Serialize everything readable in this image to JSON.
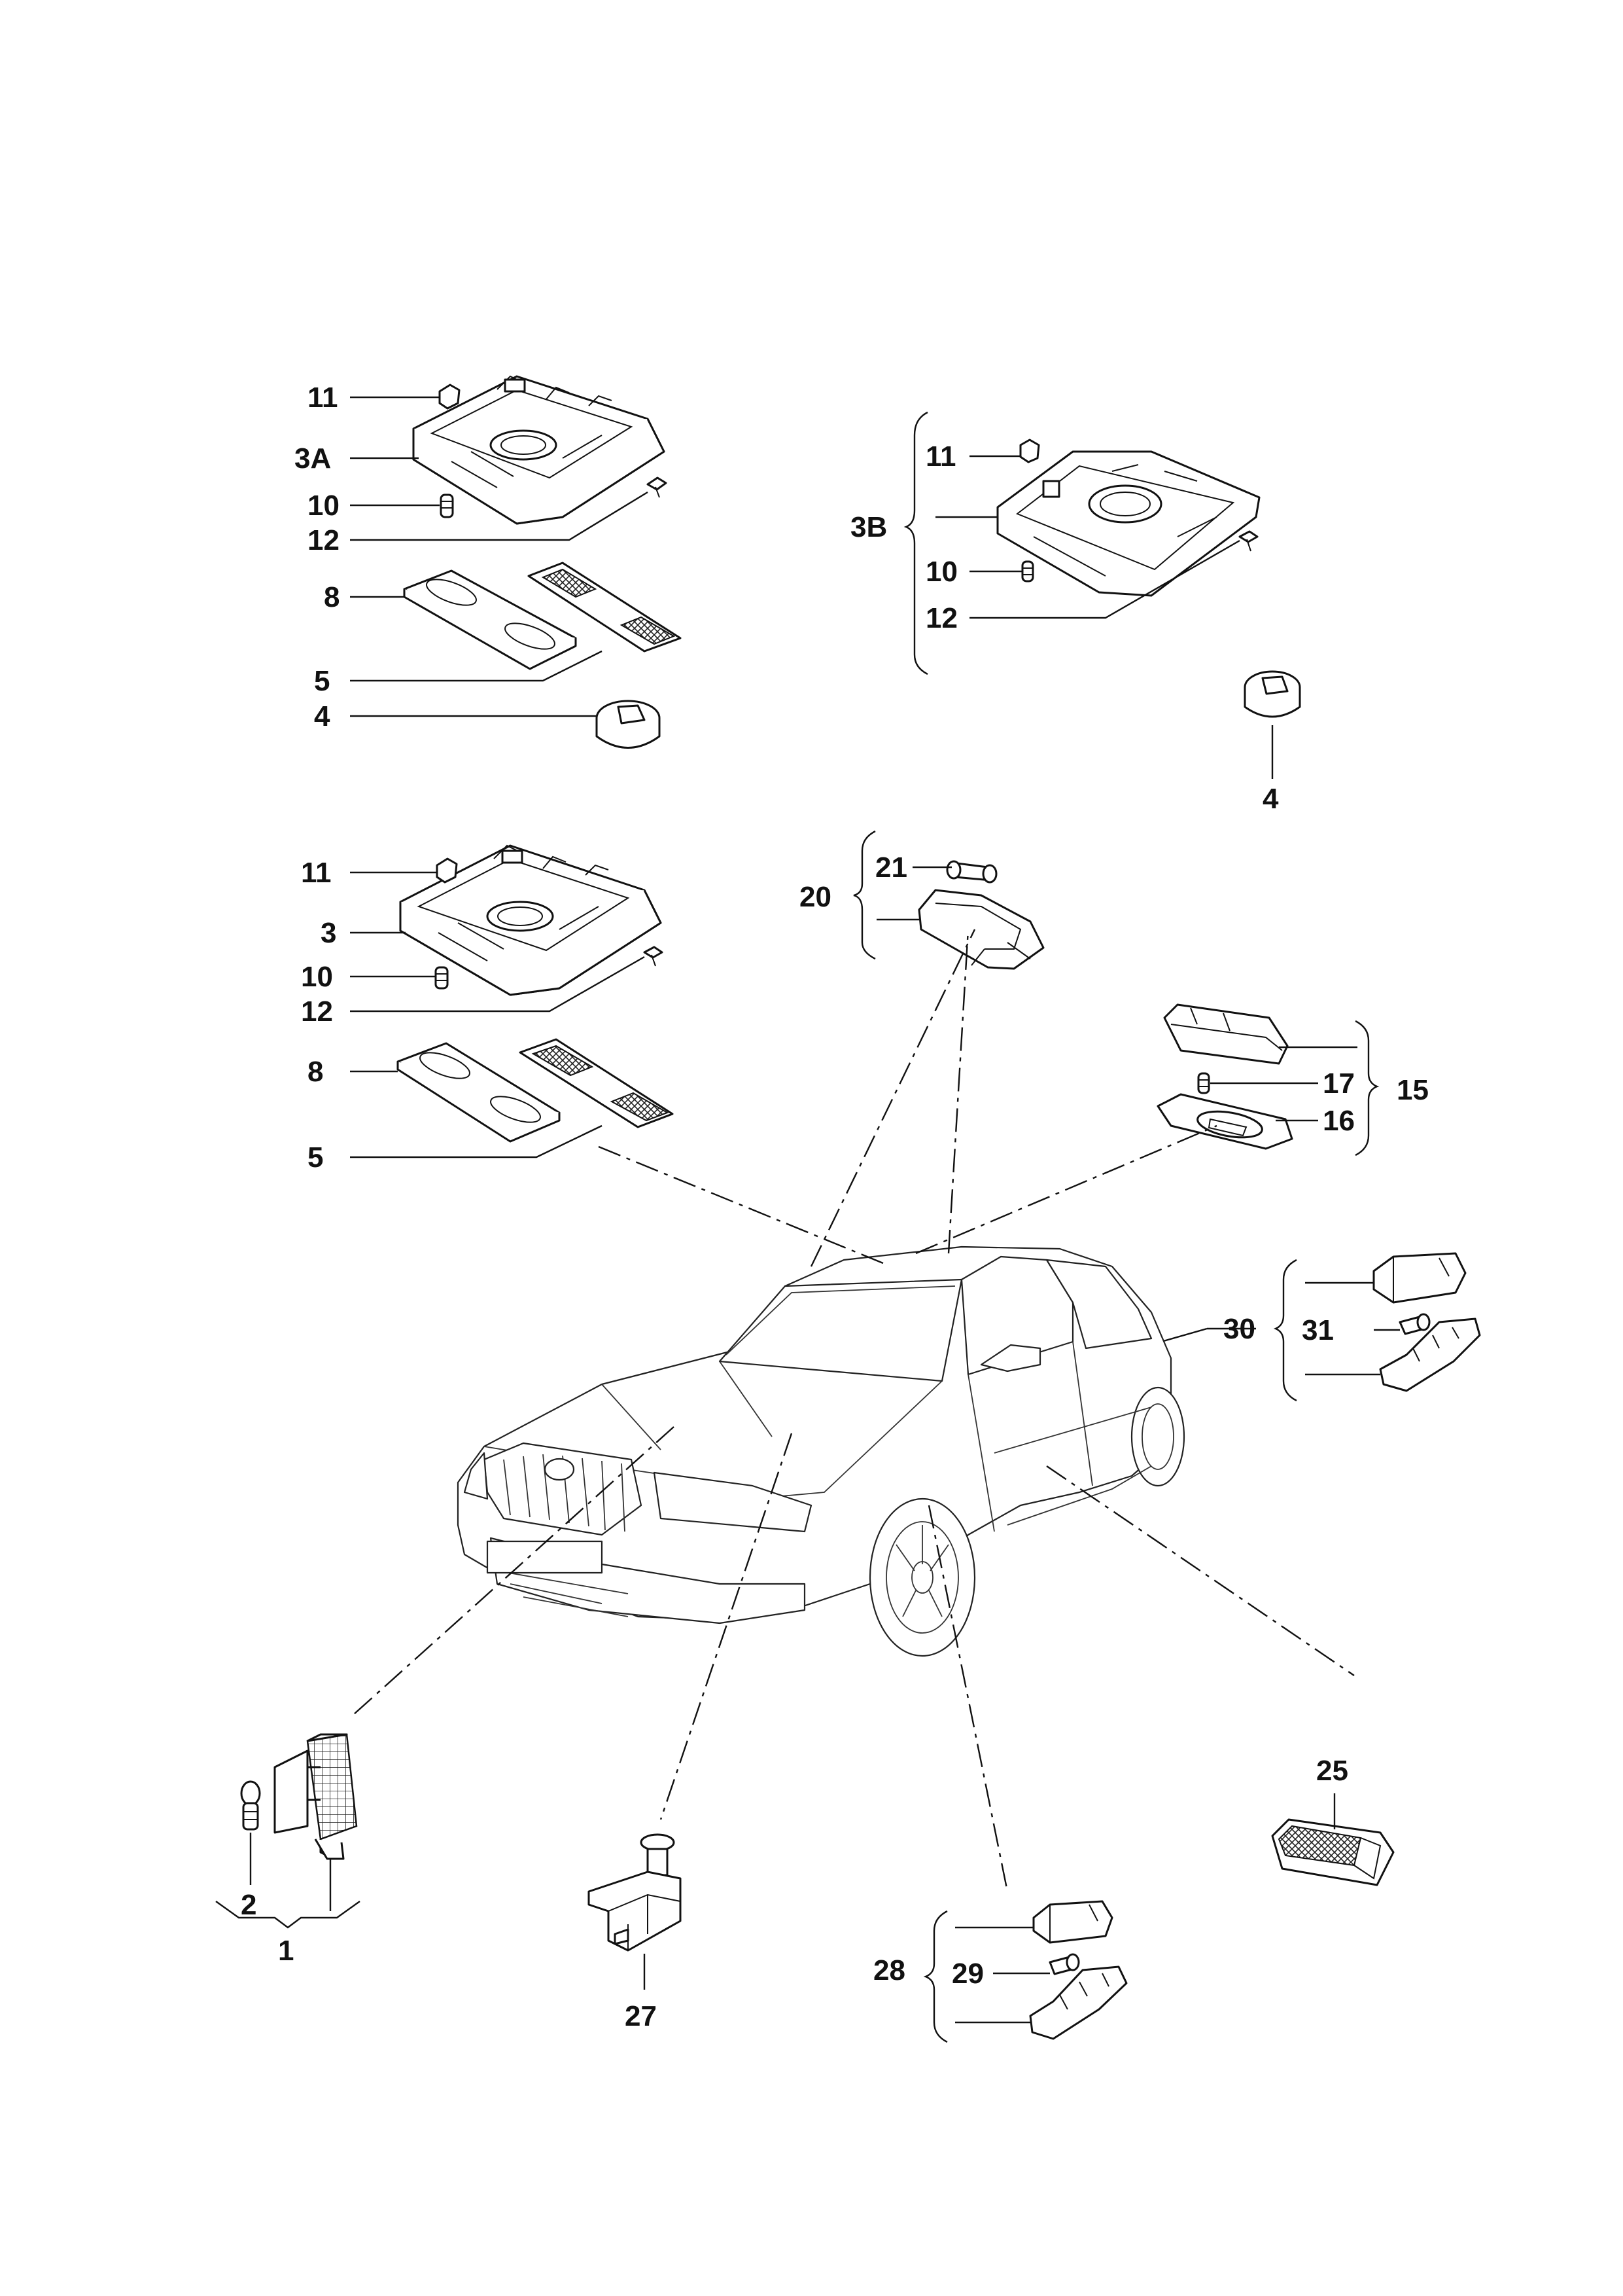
{
  "callouts": {
    "c11a": "11",
    "c3a": "3A",
    "c10a": "10",
    "c12a": "12",
    "c8a": "8",
    "c5a": "5",
    "c4a": "4",
    "c11b": "11",
    "c3b": "3B",
    "c10b": "10",
    "c12b": "12",
    "c4b": "4",
    "c11c": "11",
    "c3": "3",
    "c10c": "10",
    "c12c": "12",
    "c8c": "8",
    "c5c": "5",
    "c21": "21",
    "c20": "20",
    "c17": "17",
    "c15": "15",
    "c16": "16",
    "c30": "30",
    "c31": "31",
    "c25": "25",
    "c2": "2",
    "c1": "1",
    "c27": "27",
    "c28": "28",
    "c29": "29"
  },
  "icons": {
    "console_3a": "roof-console-icon",
    "console_3b": "roof-console-icon",
    "console_3": "roof-console-icon",
    "lens": "lens-cover-icon",
    "switch": "switch-icon",
    "bulb": "bulb-icon",
    "clip": "clip-icon",
    "screw": "screw-icon",
    "lamp": "lamp-housing-icon",
    "car": "sedan-car-icon"
  }
}
